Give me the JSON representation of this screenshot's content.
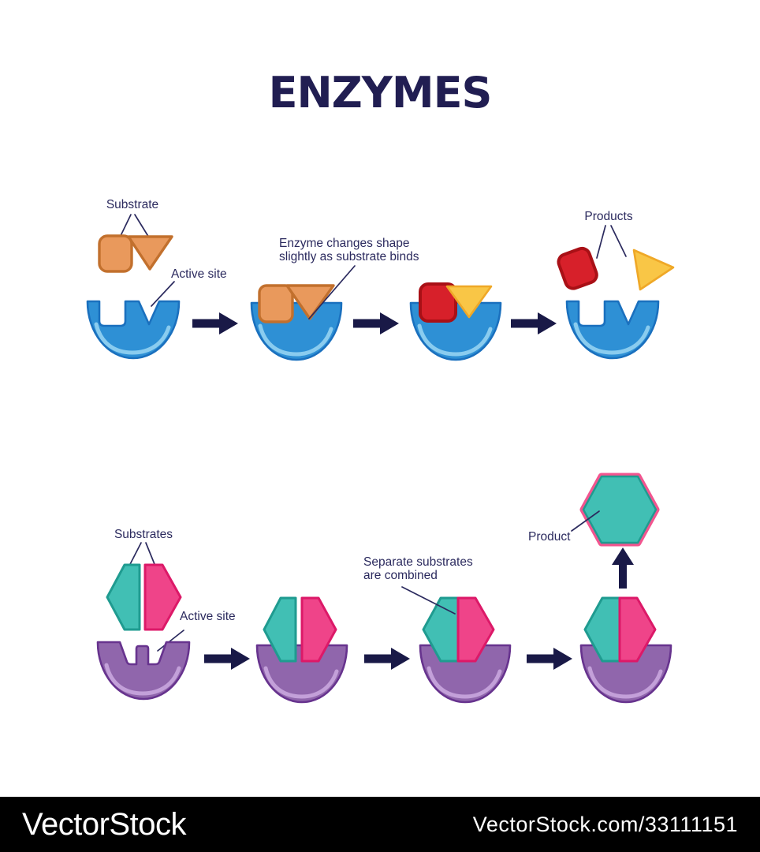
{
  "title": "ENZYMES",
  "colors": {
    "background": "#ffffff",
    "title_text": "#211e52",
    "label_text": "#2b2a5e",
    "arrow": "#191947",
    "enzyme1_fill": "#2e90d5",
    "enzyme1_stroke": "#1a70be",
    "enzyme1_highlight": "#8fd0f0",
    "enzyme2_fill": "#9066ac",
    "enzyme2_stroke": "#67338e",
    "enzyme2_highlight": "#c6a3db",
    "substrate_fill": "#e9995c",
    "substrate_stroke": "#c2702d",
    "product_square_fill": "#d7202a",
    "product_square_stroke": "#a91016",
    "product_triangle_fill": "#f9c646",
    "product_triangle_stroke": "#efa827",
    "substrate_teal_fill": "#41bfb4",
    "substrate_teal_stroke": "#1f9b90",
    "substrate_pink_fill": "#ef4489",
    "substrate_pink_stroke": "#dc1968",
    "product_hex_border": "#f2558f",
    "footer_bg": "#000000",
    "footer_text": "#ffffff"
  },
  "row1": {
    "labels": {
      "substrate": "Substrate",
      "active_site": "Active site",
      "shape_change": "Enzyme changes shape\nslightly as substrate binds",
      "products": "Products"
    }
  },
  "row2": {
    "labels": {
      "substrates": "Substrates",
      "active_site": "Active site",
      "combined": "Separate substrates\nare combined",
      "product": "Product"
    }
  },
  "footer": {
    "brand": "VectorStock",
    "credit": "VectorStock.com/33111151"
  }
}
